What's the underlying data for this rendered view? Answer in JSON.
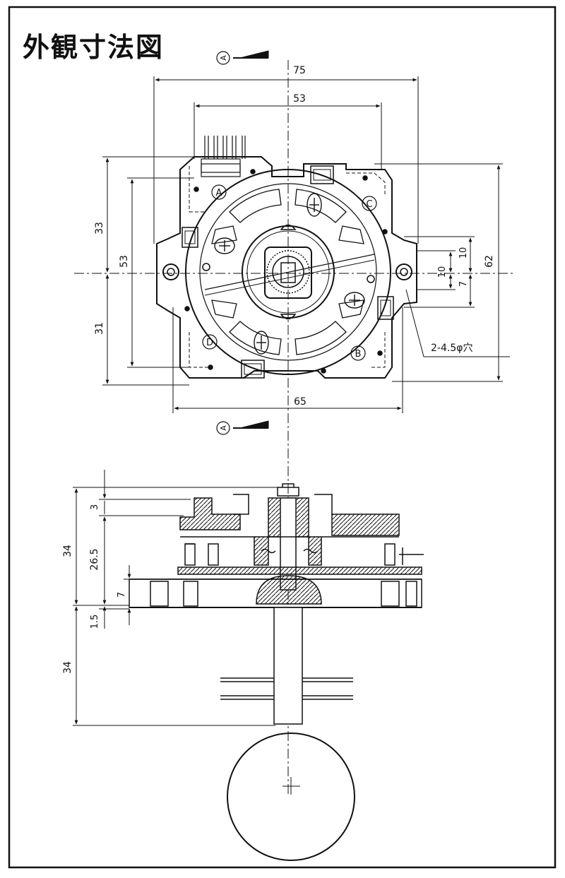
{
  "title": "外観寸法図",
  "section_marker": "A",
  "top_view": {
    "width_outer": "75",
    "width_inner": "53",
    "width_bottom": "65",
    "height_upper": "33",
    "height_lower": "31",
    "height_mid": "53",
    "height_right": "62",
    "right_10a": "10",
    "right_10b": "10",
    "right_7": "7",
    "hole_note": "2-4.5φ穴",
    "quadrants": [
      "A",
      "B",
      "C",
      "D"
    ]
  },
  "side_view": {
    "d_34_top": "34",
    "d_3": "3",
    "d_26_5": "26.5",
    "d_7": "7",
    "d_1_5": "1.5",
    "d_34_bottom": "34"
  }
}
